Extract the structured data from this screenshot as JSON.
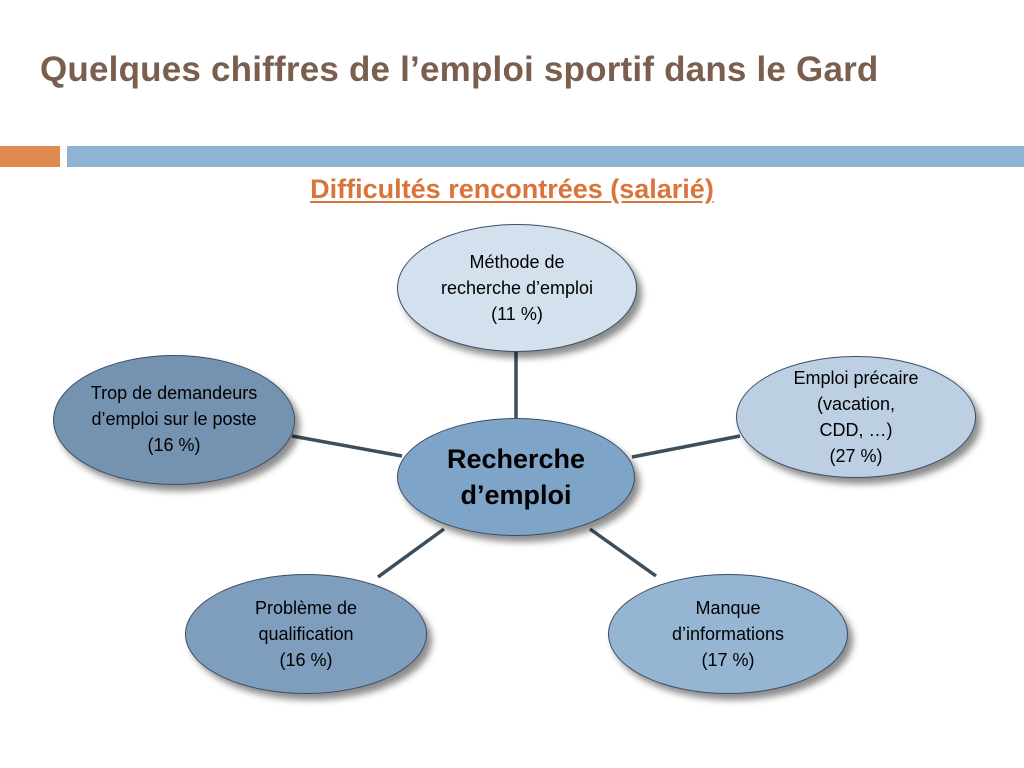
{
  "title": "Quelques chiffres de l’emploi sportif dans le Gard",
  "subtitle": "Difficultés rencontrées (salarié)",
  "colors": {
    "title": "#7a5e4e",
    "subtitle": "#d9743a",
    "accent_bar_orange": "#e08a52",
    "accent_bar_blue": "#8fb3d4",
    "connector": "#3d4f5c"
  },
  "diagram": {
    "center": "Recherche\nd’emploi",
    "nodes": {
      "top": "Méthode de\nrecherche d’emploi\n(11 %)",
      "right": "Emploi précaire\n(vacation,\nCDD, …)\n(27 %)",
      "bottom_right": "Manque\nd’informations\n(17 %)",
      "bottom_left": "Problème de\nqualification\n(16 %)",
      "left": "Trop de demandeurs\nd’emploi sur le poste\n(16 %)"
    }
  }
}
